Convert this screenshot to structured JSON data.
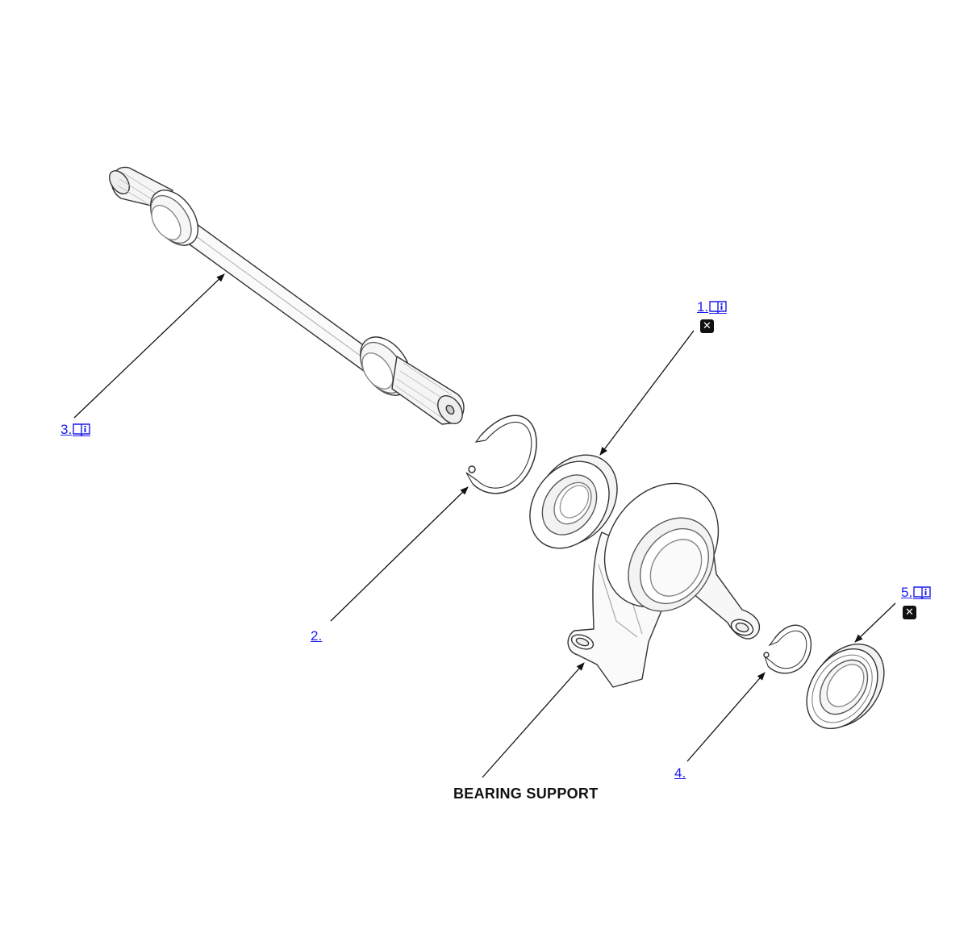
{
  "callouts": [
    {
      "id": "c1",
      "text": "1.",
      "book": true,
      "x_badge": true
    },
    {
      "id": "c2",
      "text": "2.",
      "book": false,
      "x_badge": false
    },
    {
      "id": "c3",
      "text": "3.",
      "book": true,
      "x_badge": false
    },
    {
      "id": "c4",
      "text": "4.",
      "book": false,
      "x_badge": false
    },
    {
      "id": "c5",
      "text": "5.",
      "book": true,
      "x_badge": true
    }
  ],
  "labels": {
    "bearing_support": "BEARING SUPPORT"
  },
  "badge_glyph": "✕",
  "colors": {
    "link": "#1a1aee",
    "line": "#222222",
    "badge": "#111111"
  }
}
